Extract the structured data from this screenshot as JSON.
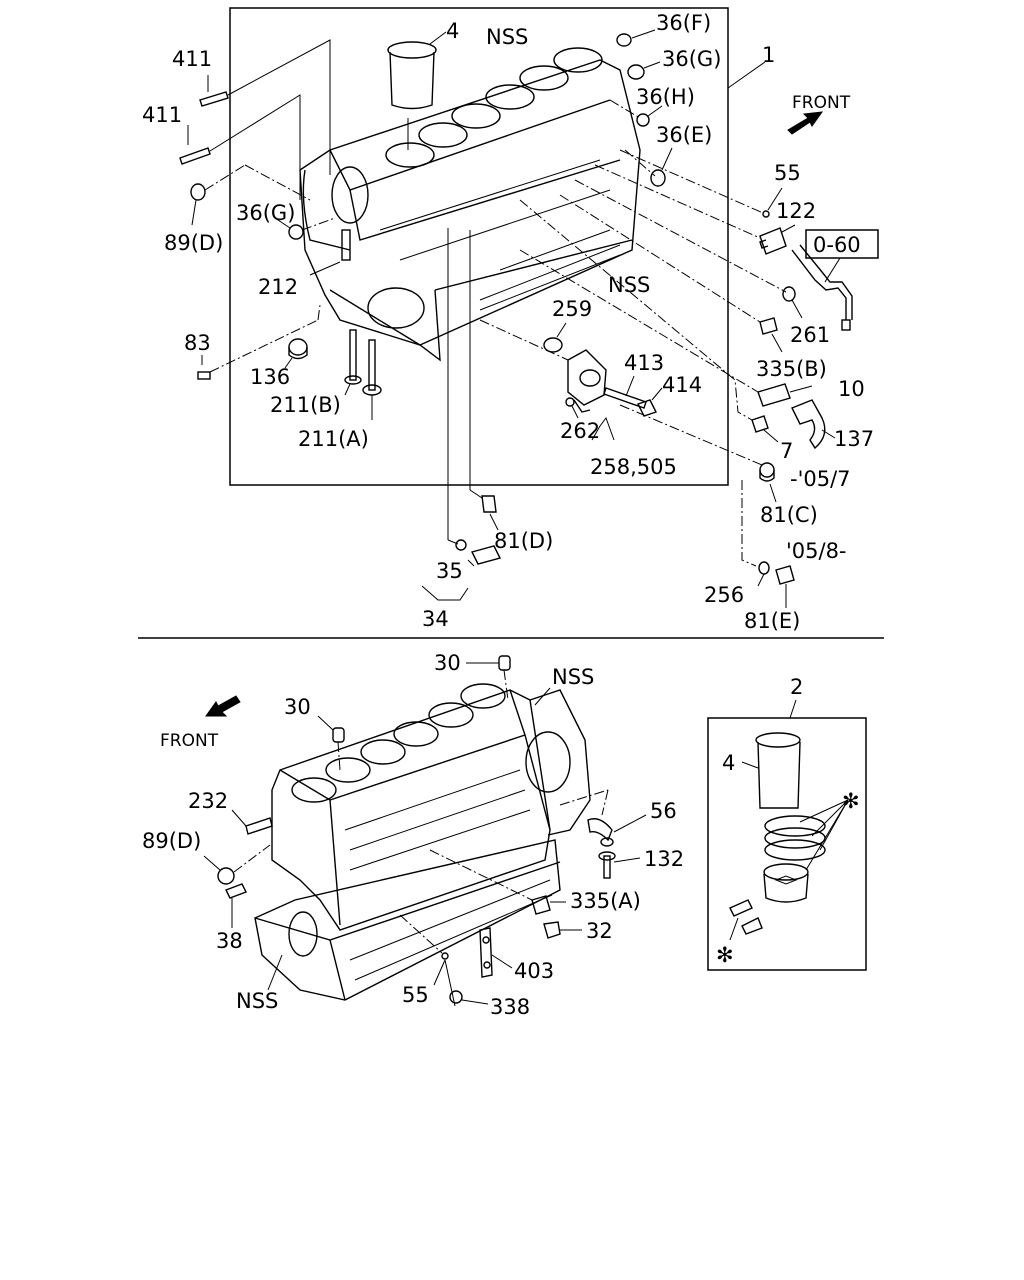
{
  "upper": {
    "front_label": "FRONT",
    "labels": {
      "p4": "4",
      "nss_top": "NSS",
      "p36f": "36(F)",
      "p36g": "36(G)",
      "p36h": "36(H)",
      "p36e": "36(E)",
      "p1": "1",
      "p411a": "411",
      "p411b": "411",
      "p89d": "89(D)",
      "p36g_left": "36(G)",
      "p212": "212",
      "p83": "83",
      "p136": "136",
      "p211b": "211(B)",
      "p211a": "211(A)",
      "p55": "55",
      "p122": "122",
      "ref_box": "0-60",
      "nss_mid": "NSS",
      "p261": "261",
      "p259": "259",
      "p335b": "335(B)",
      "p413": "413",
      "p414": "414",
      "p10": "10",
      "p262": "262",
      "p7": "7",
      "p137": "137",
      "p258_505": "258,505",
      "date_to": "-'05/7",
      "p81c": "81(C)",
      "p81d": "81(D)",
      "date_from": "'05/8-",
      "p35": "35",
      "p34": "34",
      "p256": "256",
      "p81e": "81(E)"
    }
  },
  "lower": {
    "front_label": "FRONT",
    "labels": {
      "p30a": "30",
      "p30b": "30",
      "nss_top": "NSS",
      "p2": "2",
      "p4": "4",
      "p232": "232",
      "p89d": "89(D)",
      "p56": "56",
      "p132": "132",
      "p335a": "335(A)",
      "p32": "32",
      "p38": "38",
      "p403": "403",
      "p55": "55",
      "p338": "338",
      "nss_bottom": "NSS",
      "asterisk_a": "✻",
      "asterisk_b": "✻"
    }
  }
}
